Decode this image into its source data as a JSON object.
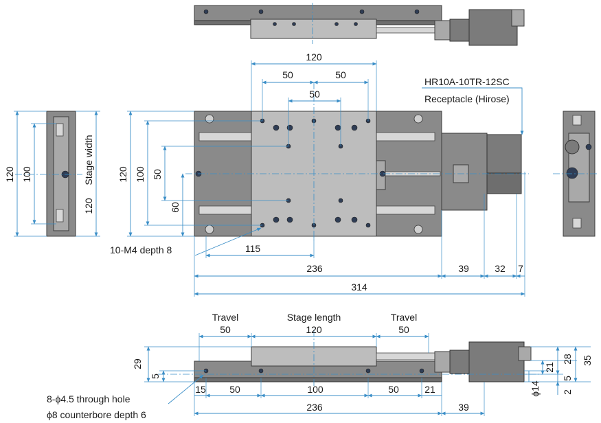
{
  "connector": {
    "part_number": "HR10A-10TR-12SC",
    "description": "Receptacle (Hirose)"
  },
  "top_view": {
    "dim_total_mounting": "120",
    "dim_half_left": "50",
    "dim_half_right": "50",
    "dim_inner": "50",
    "dim_height_outer": "120",
    "dim_height_inner": "100",
    "dim_hole_pitch_v": "50",
    "dim_hole_offset_v": "60",
    "dim_hole_offset_h": "115",
    "dim_base_length": "236",
    "dim_motor_1": "39",
    "dim_motor_2": "32",
    "dim_motor_3": "7",
    "dim_total_length": "314",
    "tap_note": "10-M4 depth 8"
  },
  "left_view": {
    "dim_outer": "120",
    "dim_inner": "100",
    "stage_width_label": "Stage width",
    "stage_width_value": "120"
  },
  "front_view": {
    "travel_label_left": "Travel",
    "travel_value_left": "50",
    "stage_length_label": "Stage length",
    "stage_length_value": "120",
    "travel_label_right": "Travel",
    "travel_value_right": "50",
    "dim_height": "29",
    "dim_base_thick": "5",
    "dim_right_21": "21",
    "dim_right_28": "28",
    "dim_right_35": "35",
    "dim_right_5": "5",
    "dim_right_2": "2",
    "dim_phi14": "ϕ14",
    "dim_15": "15",
    "dim_50a": "50",
    "dim_100": "100",
    "dim_50b": "50",
    "dim_21": "21",
    "dim_236": "236",
    "dim_39": "39",
    "hole_note_1": "8-ϕ4.5 through hole",
    "hole_note_2": "ϕ8 counterbore depth 6"
  },
  "colors": {
    "dimension": "#3a8ec7",
    "body": "#8a8a8a",
    "top": "#bdbdbd"
  }
}
